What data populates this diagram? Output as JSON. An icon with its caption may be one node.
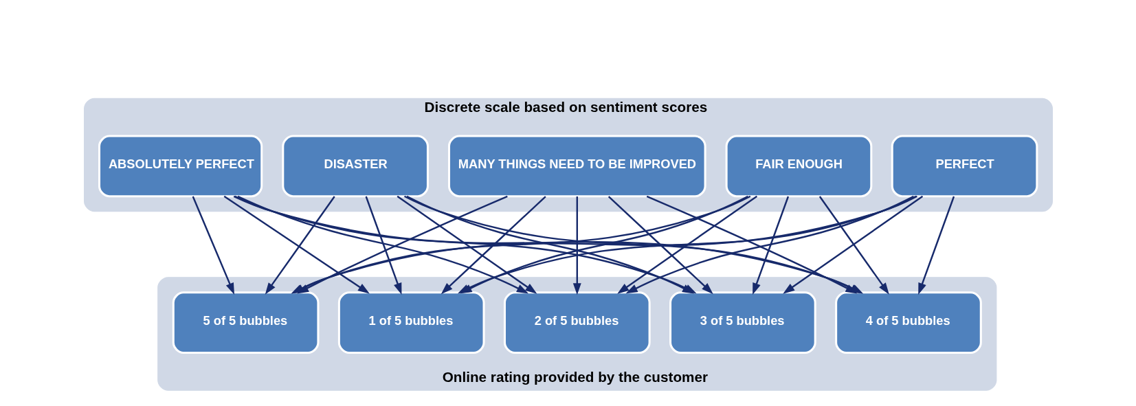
{
  "diagram": {
    "nodes": [
      {
        "text": [
          "Discrete scale based on sentiment scores"
        ]
      },
      {
        "text": [
          "DISASTER"
        ],
        "in": 0
      },
      {
        "text": [
          "MANY THINGS NEED TO BE IMPROVED"
        ],
        "in": 0
      },
      {
        "text": [
          "FAIR ENOUGH"
        ],
        "in": 0
      },
      {
        "text": [
          "PERFECT"
        ],
        "in": 0
      },
      {
        "text": [
          "ABSOLUTELY PERFECT"
        ],
        "in": 0
      },
      {
        "text": [
          "Online rating provided by the customer"
        ]
      },
      {
        "text": [
          "1 of 5 bubbles"
        ],
        "in": 6
      },
      {
        "text": [
          "2 of 5 bubbles"
        ],
        "in": 6
      },
      {
        "text": [
          "3 of 5 bubbles"
        ],
        "in": 6
      },
      {
        "text": [
          "4 of 5 bubbles"
        ],
        "in": 6
      },
      {
        "text": [
          "5 of 5 bubbles"
        ],
        "in": 6
      }
    ],
    "edges": [
      {
        "from": 1,
        "to": 7,
        "arrow": "to"
      },
      {
        "from": 1,
        "to": 8,
        "arrow": "to"
      },
      {
        "from": 1,
        "to": 9,
        "arrow": "to"
      },
      {
        "from": 1,
        "to": 10,
        "arrow": "to"
      },
      {
        "from": 1,
        "to": 11,
        "arrow": "to"
      },
      {
        "from": 2,
        "to": 7,
        "arrow": "to"
      },
      {
        "from": 2,
        "to": 8,
        "arrow": "to"
      },
      {
        "from": 2,
        "to": 9,
        "arrow": "to"
      },
      {
        "from": 2,
        "to": 10,
        "arrow": "to"
      },
      {
        "from": 2,
        "to": 11,
        "arrow": "to"
      },
      {
        "from": 3,
        "to": 7,
        "arrow": "to"
      },
      {
        "from": 3,
        "to": 8,
        "arrow": "to"
      },
      {
        "from": 3,
        "to": 9,
        "arrow": "to"
      },
      {
        "from": 3,
        "to": 10,
        "arrow": "to"
      },
      {
        "from": 3,
        "to": 11,
        "arrow": "to"
      },
      {
        "from": 4,
        "to": 7,
        "arrow": "to"
      },
      {
        "from": 4,
        "to": 8,
        "arrow": "to"
      },
      {
        "from": 4,
        "to": 9,
        "arrow": "to"
      },
      {
        "from": 4,
        "to": 10,
        "arrow": "to"
      },
      {
        "from": 4,
        "to": 11,
        "arrow": "to"
      },
      {
        "from": 5,
        "to": 7,
        "arrow": "to"
      },
      {
        "from": 5,
        "to": 8,
        "arrow": "to"
      },
      {
        "from": 5,
        "to": 9,
        "arrow": "to"
      },
      {
        "from": 5,
        "to": 10,
        "arrow": "to"
      },
      {
        "from": 5,
        "to": 11,
        "arrow": "to"
      }
    ]
  }
}
